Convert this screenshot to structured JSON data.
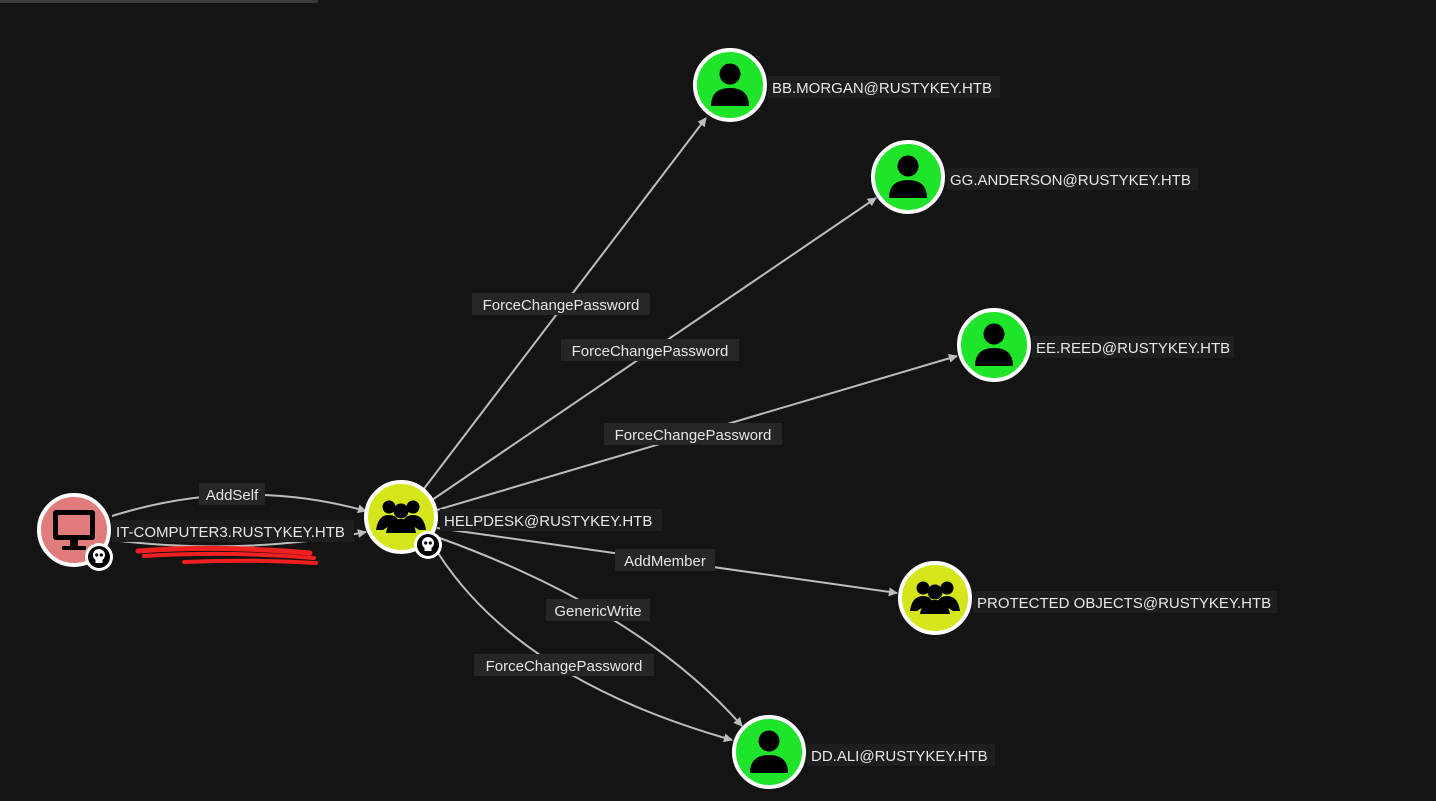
{
  "colors": {
    "background": "#141414",
    "user_node": "#1ee52a",
    "group_node": "#d6e61c",
    "computer_node": "#e27b7b",
    "edge": "#bdbdbd",
    "redaction": "#f02020"
  },
  "nodes": [
    {
      "id": "it_computer",
      "type": "computer",
      "icon": "computer-icon",
      "badge": "skull-icon",
      "label": "IT-COMPUTER3.RUSTYKEY.HTB"
    },
    {
      "id": "helpdesk",
      "type": "group",
      "icon": "group-icon",
      "badge": "skull-icon",
      "label": "HELPDESK@RUSTYKEY.HTB"
    },
    {
      "id": "bb_morgan",
      "type": "user",
      "icon": "user-icon",
      "label": "BB.MORGAN@RUSTYKEY.HTB"
    },
    {
      "id": "gg_anderson",
      "type": "user",
      "icon": "user-icon",
      "label": "GG.ANDERSON@RUSTYKEY.HTB"
    },
    {
      "id": "ee_reed",
      "type": "user",
      "icon": "user-icon",
      "label": "EE.REED@RUSTYKEY.HTB"
    },
    {
      "id": "protected_objects",
      "type": "group",
      "icon": "group-icon",
      "label": "PROTECTED OBJECTS@RUSTYKEY.HTB"
    },
    {
      "id": "dd_ali",
      "type": "user",
      "icon": "user-icon",
      "label": "DD.ALI@RUSTYKEY.HTB"
    }
  ],
  "edges": [
    {
      "from": "it_computer",
      "to": "helpdesk",
      "label": "AddSelf"
    },
    {
      "from": "it_computer",
      "to": "helpdesk",
      "label": ""
    },
    {
      "from": "helpdesk",
      "to": "bb_morgan",
      "label": "ForceChangePassword"
    },
    {
      "from": "helpdesk",
      "to": "gg_anderson",
      "label": "ForceChangePassword"
    },
    {
      "from": "helpdesk",
      "to": "ee_reed",
      "label": "ForceChangePassword"
    },
    {
      "from": "helpdesk",
      "to": "protected_objects",
      "label": "AddMember"
    },
    {
      "from": "helpdesk",
      "to": "dd_ali",
      "label": "GenericWrite"
    },
    {
      "from": "helpdesk",
      "to": "dd_ali",
      "label": "ForceChangePassword"
    }
  ]
}
